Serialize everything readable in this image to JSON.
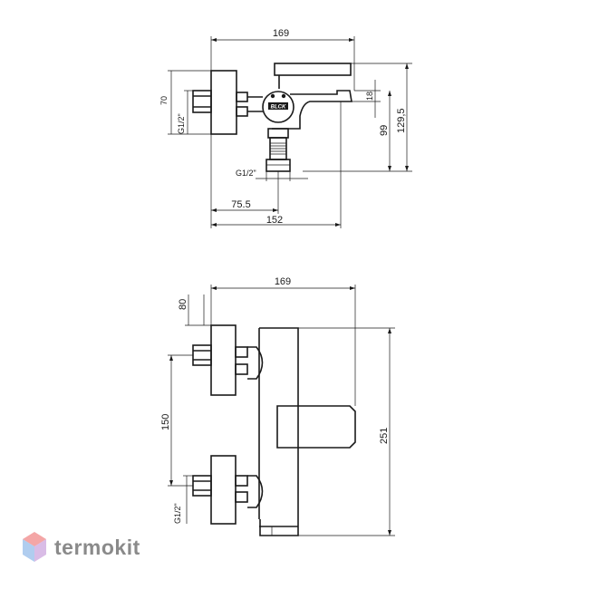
{
  "top_view": {
    "dim_width_top": "169",
    "dim_height_left": "70",
    "dim_thread_left": "G1/2\"",
    "dim_right_small": "18",
    "dim_right_mid": "99",
    "dim_right_tall": "129,5",
    "dim_thread_bottom": "G1/2\"",
    "dim_bottom_inner": "75.5",
    "dim_bottom_total": "152",
    "logo": "BLCK"
  },
  "side_view": {
    "dim_width_top": "169",
    "dim_flange": "80",
    "dim_spacing": "150",
    "dim_thread": "G1/2\"",
    "dim_height": "251"
  },
  "watermark": {
    "text": "termokit",
    "colors": [
      "#f08080",
      "#8fb8e8",
      "#c9a0dc"
    ]
  }
}
